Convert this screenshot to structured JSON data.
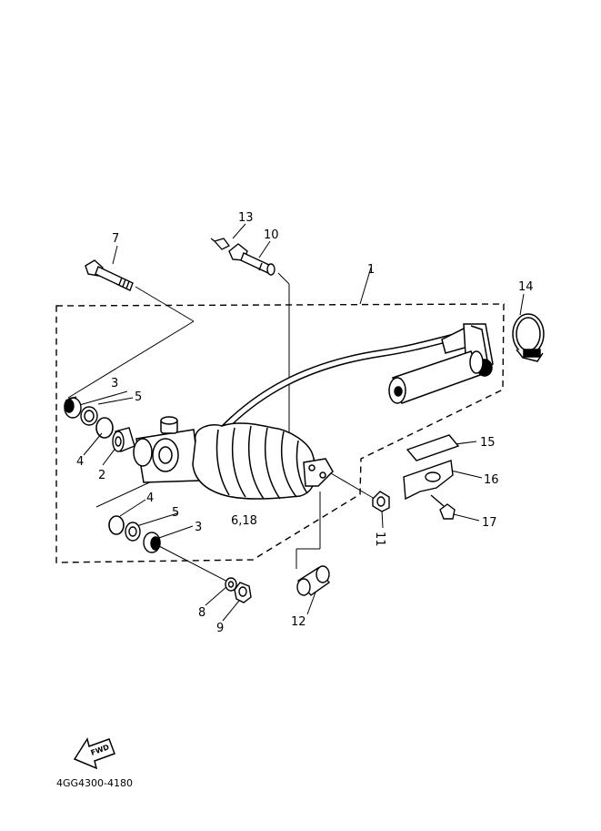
{
  "labels": {
    "p1": "1",
    "p2": "2",
    "p3a": "3",
    "p3b": "3",
    "p4a": "4",
    "p4b": "4",
    "p5a": "5",
    "p5b": "5",
    "p6_18": "6,18",
    "p7": "7",
    "p8": "8",
    "p9": "9",
    "p10": "10",
    "p11": "11",
    "p12": "12",
    "p13": "13",
    "p14": "14",
    "p15": "15",
    "p16": "16",
    "p17": "17"
  },
  "fwd": "FWD",
  "drawing_code": "4GG4300-4180"
}
